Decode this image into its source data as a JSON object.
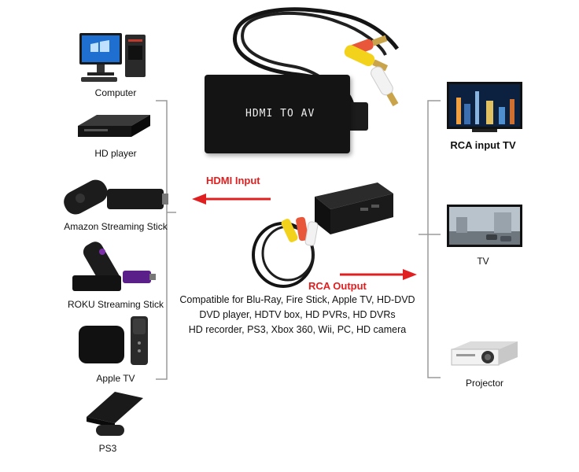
{
  "product": {
    "box_label": "HDMI TO AV"
  },
  "sources": [
    {
      "label": "Computer",
      "icon": "computer-icon"
    },
    {
      "label": "HD player",
      "icon": "hd-player-icon"
    },
    {
      "label": "Amazon Streaming Stick",
      "icon": "amazon-stick-icon"
    },
    {
      "label": "ROKU Streaming Stick",
      "icon": "roku-stick-icon"
    },
    {
      "label": "Apple TV",
      "icon": "apple-tv-icon"
    },
    {
      "label": "PS3",
      "icon": "ps3-icon"
    }
  ],
  "outputs": [
    {
      "label": "RCA input TV",
      "icon": "rca-tv-icon"
    },
    {
      "label": "TV",
      "icon": "tv-icon"
    },
    {
      "label": "Projector",
      "icon": "projector-icon"
    }
  ],
  "connections": {
    "input_label": "HDMI Input",
    "output_label": "RCA Output"
  },
  "compatibility": [
    "Compatible for Blu-Ray, Fire Stick, Apple TV, HD-DVD",
    "DVD player, HDTV box, HD PVRs, HD DVRs",
    "HD recorder, PS3, Xbox 360, Wii, PC, HD camera"
  ],
  "colors": {
    "arrow": "#e02020",
    "bracket": "#9a9a9a",
    "device": "#1a1a1a",
    "rca_yellow": "#f2d21b",
    "rca_red": "#e8573a",
    "rca_white": "#f2f2f2"
  }
}
